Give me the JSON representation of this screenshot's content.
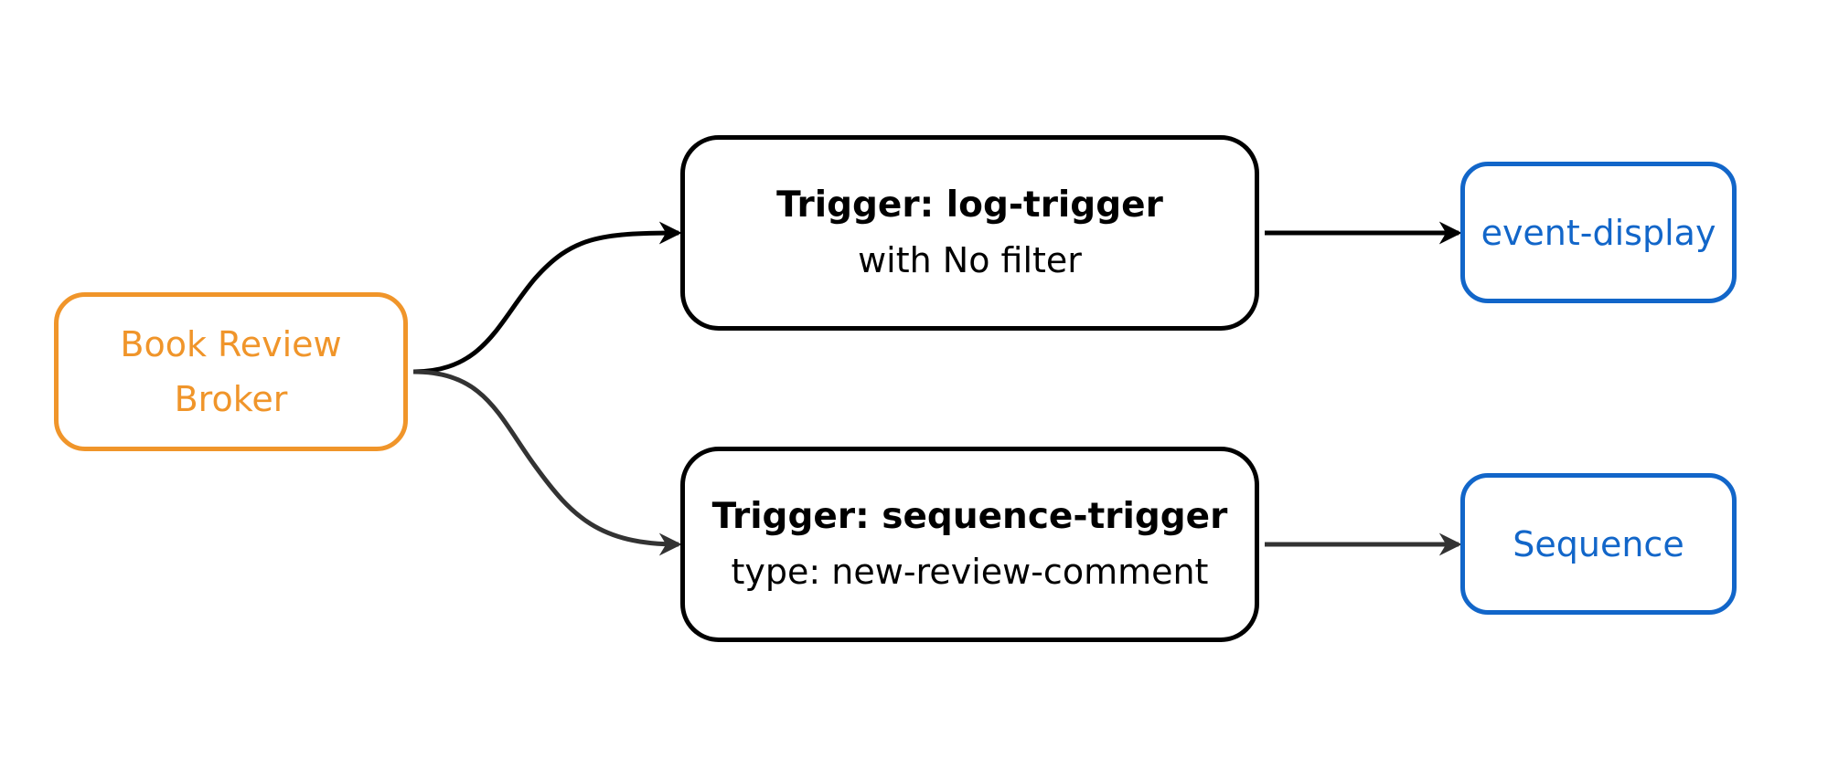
{
  "colors": {
    "broker": "#f0952a",
    "trigger": "#000000",
    "sink": "#1266c9",
    "edge_top": "#000000",
    "edge_bottom": "#333333"
  },
  "broker": {
    "line1": "Book Review",
    "line2": "Broker"
  },
  "triggers": [
    {
      "name": "Trigger: log-trigger",
      "desc": "with No filter"
    },
    {
      "name": "Trigger: sequence-trigger",
      "desc": "type: new-review-comment"
    }
  ],
  "sinks": [
    {
      "label": "event-display"
    },
    {
      "label": "Sequence"
    }
  ]
}
